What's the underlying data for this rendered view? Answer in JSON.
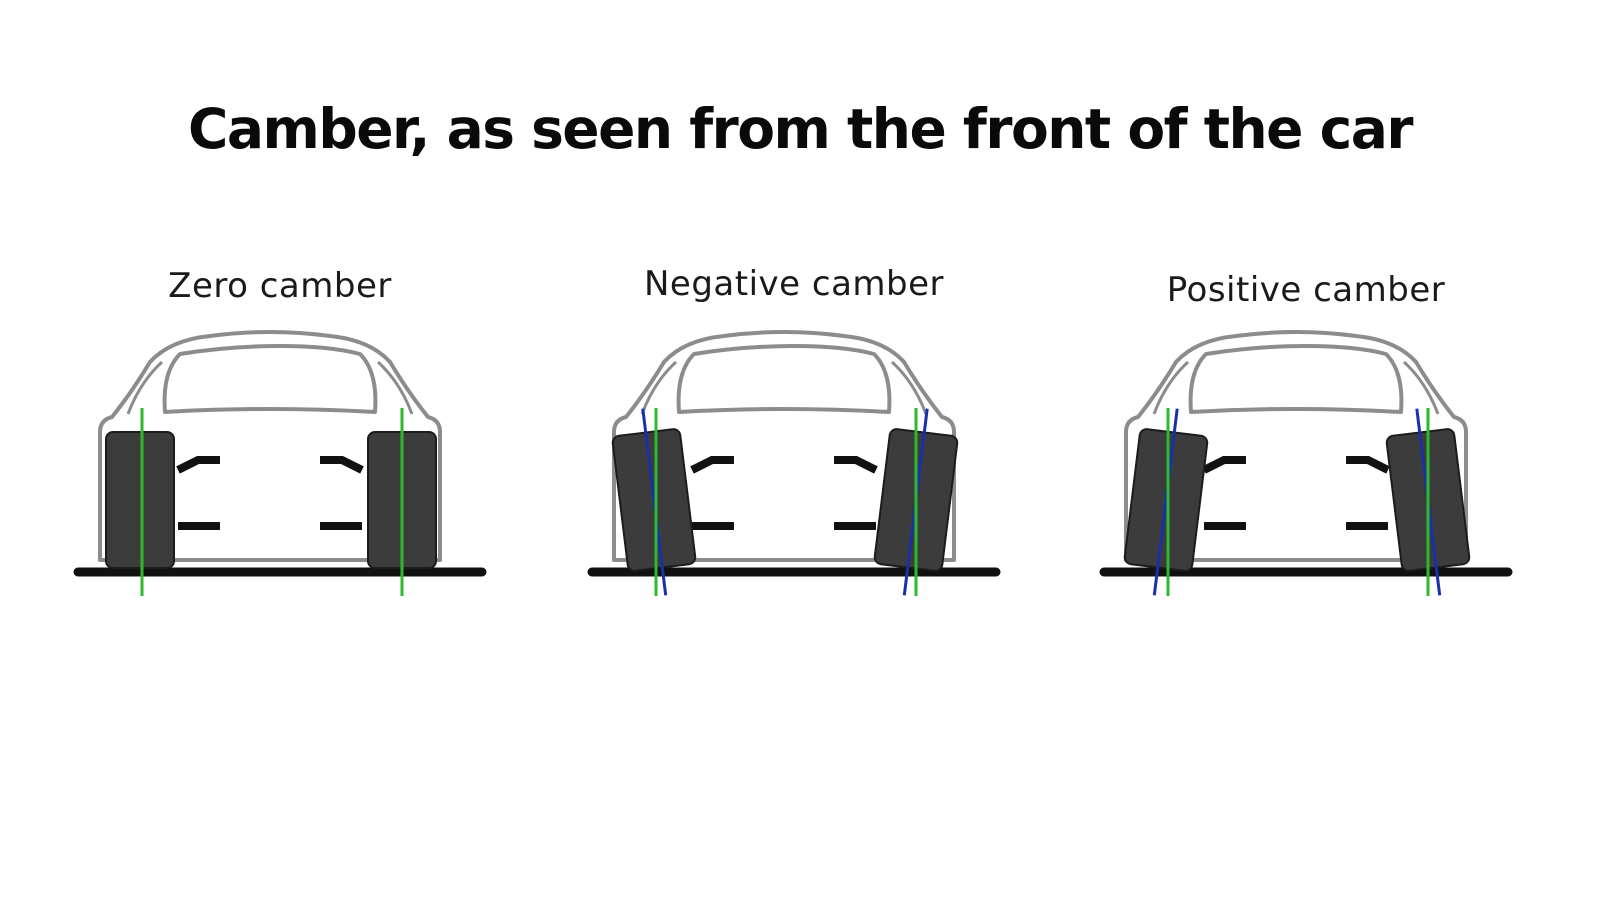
{
  "title": "Camber, as seen from the front of the car",
  "panels": [
    {
      "id": "zero",
      "label": "Zero camber",
      "wheel_tilt_deg": 0
    },
    {
      "id": "negative",
      "label": "Negative camber",
      "wheel_tilt_deg": -7
    },
    {
      "id": "positive",
      "label": "Positive camber",
      "wheel_tilt_deg": 7
    }
  ],
  "colors": {
    "car_outline": "#8c8c8c",
    "tire": "#3c3c3c",
    "ground": "#111111",
    "vertical_reference": "#2db82d",
    "wheel_axis": "#1a2fa8"
  }
}
